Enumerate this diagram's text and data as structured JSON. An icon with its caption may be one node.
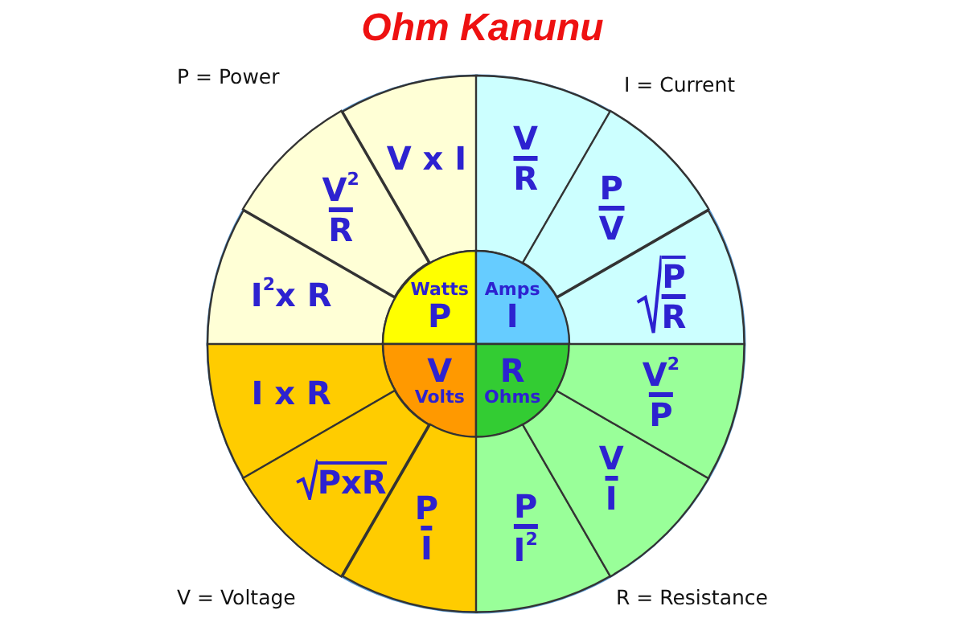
{
  "diagram": {
    "title": "Ohm Kanunu",
    "nodes": [
      {
        "text": [
          "V x I"
        ]
      },
      {
        "text": [
          "V$^{2}$",
          "R"
        ]
      },
      {
        "text": [
          "I$^{2}$x R"
        ]
      },
      {
        "text": [
          "V",
          "R"
        ]
      },
      {
        "text": [
          "P",
          "V"
        ]
      },
      {
        "text": [
          "P",
          "R"
        ]
      },
      {
        "text": [
          "Watts",
          "P"
        ]
      },
      {
        "text": [
          "Amps",
          "I"
        ]
      },
      {
        "text": [
          "V",
          "Volts"
        ]
      },
      {
        "text": [
          "R",
          "Ohms"
        ]
      },
      {
        "text": [
          "I x R"
        ]
      },
      {
        "text": [
          "PxR"
        ]
      },
      {
        "text": [
          "P",
          "I"
        ]
      },
      {
        "text": [
          "P",
          "I$^{2}$"
        ]
      },
      {
        "text": [
          "V",
          "I"
        ]
      },
      {
        "text": [
          "V$^{2}$",
          "P"
        ]
      }
    ],
    "labels": [
      "P = Power",
      "I = Current",
      "V = Voltage",
      "R = Resistance"
    ]
  }
}
